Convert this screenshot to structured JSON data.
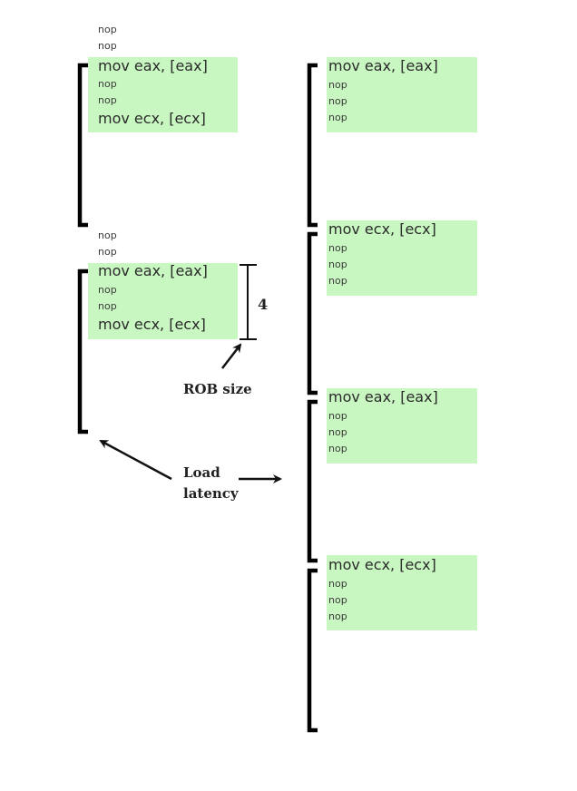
{
  "left_diagram": {
    "pre_nops_top": [
      "nop",
      "nop"
    ],
    "block_top": [
      "mov eax, [eax]",
      "nop",
      "nop",
      "mov ecx, [ecx]"
    ],
    "pre_nops_bottom": [
      "nop",
      "nop"
    ],
    "block_bottom": [
      "mov eax, [eax]",
      "nop",
      "nop",
      "mov ecx, [ecx]"
    ]
  },
  "right_diagram": {
    "blocks": [
      [
        "mov eax, [eax]",
        "nop",
        "nop",
        "nop"
      ],
      [
        "mov ecx, [ecx]",
        "nop",
        "nop",
        "nop"
      ],
      [
        "mov eax, [eax]",
        "nop",
        "nop",
        "nop"
      ],
      [
        "mov ecx, [ecx]",
        "nop",
        "nop",
        "nop"
      ]
    ]
  },
  "annotations": {
    "rob_count": "4",
    "rob_label": "ROB size",
    "load_latency_line1": "Load",
    "load_latency_line2": "latency"
  },
  "colors": {
    "highlight": "#c9f7c1",
    "bracket": "#000000",
    "text": "#2a2a2a"
  }
}
